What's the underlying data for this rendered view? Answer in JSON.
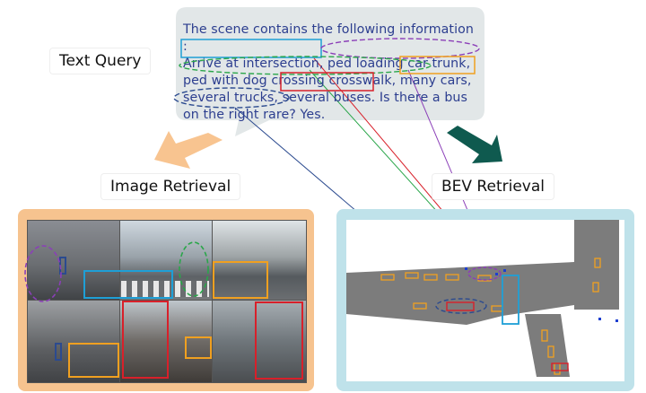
{
  "query_label": "Text Query",
  "query_lines": [
    "The scene contains the following information :",
    "Arrive at intersection, ped loading car trunk,",
    "ped with dog crossing crosswalk, many cars,",
    "several trucks, several buses. Is there a bus",
    "on the right rare? Yes."
  ],
  "image_retrieval_label": "Image Retrieval",
  "bev_retrieval_label": "BEV Retrieval",
  "colors": {
    "cyan": "#1e9fd6",
    "purple": "#8b3fb8",
    "green": "#2aa64a",
    "orange": "#f0a020",
    "red": "#d8202a",
    "navy": "#2b4a8f",
    "teal_arrow": "#0f5a4f",
    "peach_arrow": "#f8c490"
  }
}
